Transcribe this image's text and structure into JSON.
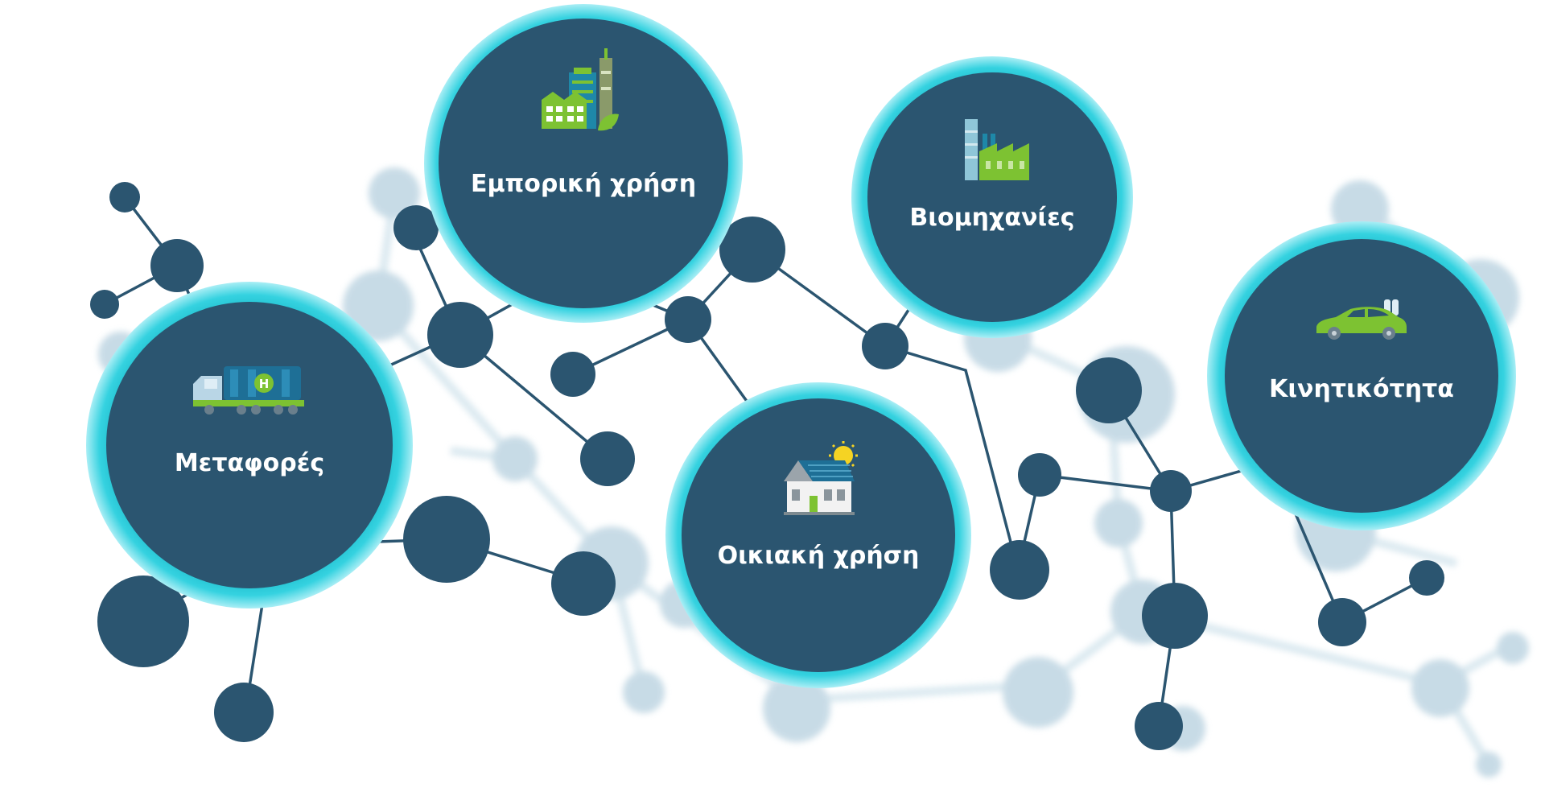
{
  "colors": {
    "node": "#2b5570",
    "ring_outer": "#35d2e0",
    "ring_inner": "#19b9c9",
    "bg_node": "#c2d8e4",
    "bg_line": "#d6e6ee",
    "line": "#2b5570",
    "icon_green": "#7dc232",
    "icon_teal": "#1e88a8"
  },
  "hubs": [
    {
      "id": "transport",
      "label": "Μεταφορές",
      "icon": "hydrogen-truck-icon"
    },
    {
      "id": "commercial",
      "label": "Εμπορική χρήση",
      "icon": "green-buildings-icon"
    },
    {
      "id": "industry",
      "label": "Βιομηχανίες",
      "icon": "factory-icon"
    },
    {
      "id": "residential",
      "label": "Οικιακή χρήση",
      "icon": "solar-house-icon"
    },
    {
      "id": "mobility",
      "label": "Κινητικότητα",
      "icon": "hydrogen-car-icon"
    }
  ]
}
